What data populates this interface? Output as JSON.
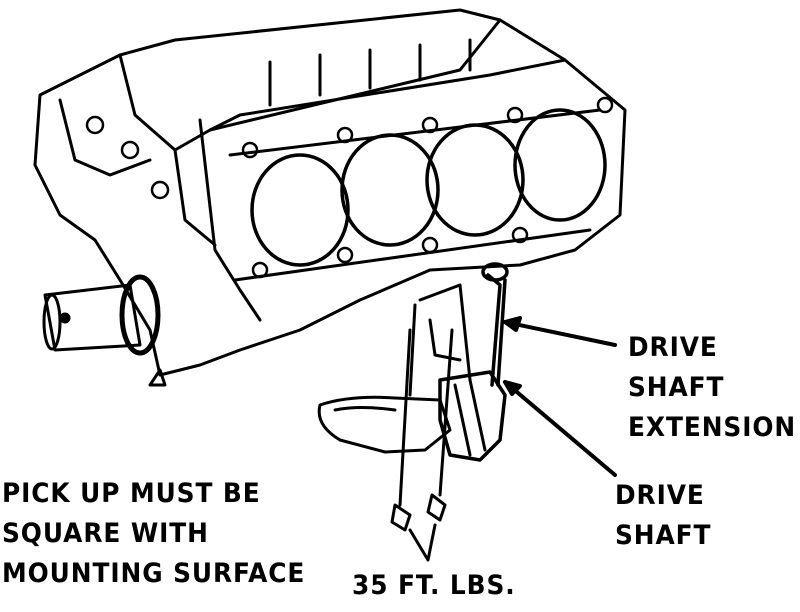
{
  "labels": {
    "drive_shaft_extension": [
      "DRIVE",
      "SHAFT",
      "EXTENSION"
    ],
    "drive_shaft": [
      "DRIVE",
      "SHAFT"
    ],
    "pickup_note": [
      "PICK UP MUST BE",
      "SQUARE WITH",
      "MOUNTING SURFACE"
    ],
    "torque": "35 FT. LBS."
  },
  "colors": {
    "ink": "#000000",
    "paper": "#ffffff"
  }
}
